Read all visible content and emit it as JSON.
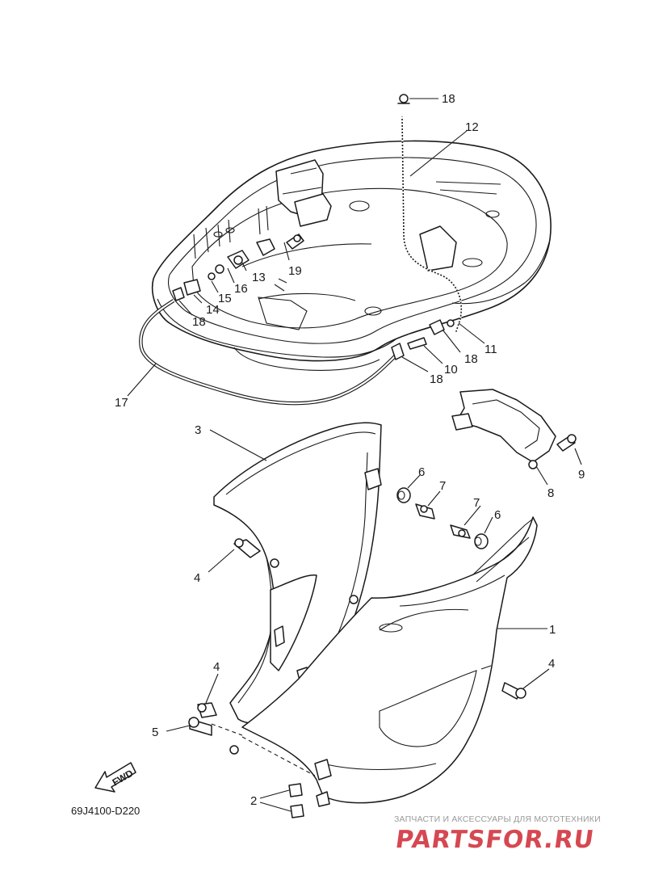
{
  "diagram": {
    "code": "69J4100-D220",
    "fwd_label": "FWD",
    "callouts": [
      "1",
      "2",
      "3",
      "4",
      "4",
      "4",
      "5",
      "6",
      "6",
      "7",
      "7",
      "8",
      "9",
      "10",
      "11",
      "12",
      "13",
      "14",
      "15",
      "16",
      "17",
      "18",
      "18",
      "18",
      "18",
      "19"
    ]
  },
  "watermark": {
    "tagline": "ЗАПЧАСТИ И АКСЕССУАРЫ ДЛЯ МОТОТЕХНИКИ",
    "brand": "PARTSFOR.RU",
    "color": "#d2353f"
  }
}
